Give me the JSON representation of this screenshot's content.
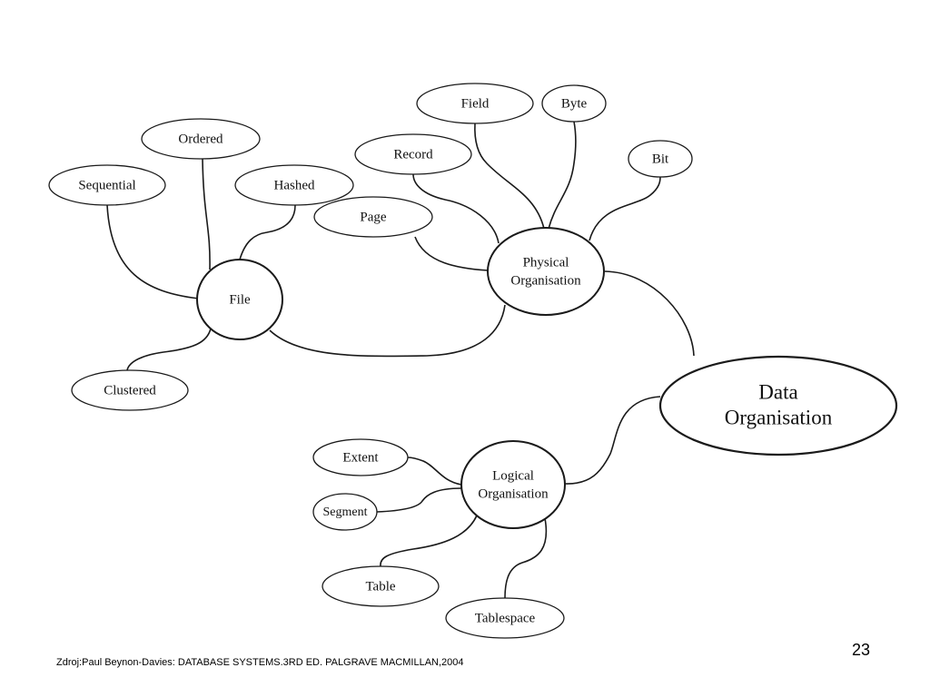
{
  "diagram": {
    "nodes": [
      {
        "id": "data-organisation",
        "lines": [
          "Data",
          "Organisation"
        ]
      },
      {
        "id": "physical-organisation",
        "lines": [
          "Physical",
          "Organisation"
        ]
      },
      {
        "id": "logical-organisation",
        "lines": [
          "Logical",
          "Organisation"
        ]
      },
      {
        "id": "file",
        "lines": [
          "File"
        ]
      },
      {
        "id": "sequential",
        "lines": [
          "Sequential"
        ]
      },
      {
        "id": "ordered",
        "lines": [
          "Ordered"
        ]
      },
      {
        "id": "hashed",
        "lines": [
          "Hashed"
        ]
      },
      {
        "id": "clustered",
        "lines": [
          "Clustered"
        ]
      },
      {
        "id": "page",
        "lines": [
          "Page"
        ]
      },
      {
        "id": "record",
        "lines": [
          "Record"
        ]
      },
      {
        "id": "field",
        "lines": [
          "Field"
        ]
      },
      {
        "id": "byte",
        "lines": [
          "Byte"
        ]
      },
      {
        "id": "bit",
        "lines": [
          "Bit"
        ]
      },
      {
        "id": "extent",
        "lines": [
          "Extent"
        ]
      },
      {
        "id": "segment",
        "lines": [
          "Segment"
        ]
      },
      {
        "id": "table",
        "lines": [
          "Table"
        ]
      },
      {
        "id": "tablespace",
        "lines": [
          "Tablespace"
        ]
      }
    ],
    "edges": [
      {
        "from": "data-organisation",
        "to": "physical-organisation"
      },
      {
        "from": "data-organisation",
        "to": "logical-organisation"
      },
      {
        "from": "file",
        "to": "sequential"
      },
      {
        "from": "file",
        "to": "ordered"
      },
      {
        "from": "file",
        "to": "hashed"
      },
      {
        "from": "file",
        "to": "clustered"
      },
      {
        "from": "file",
        "to": "physical-organisation"
      },
      {
        "from": "physical-organisation",
        "to": "page"
      },
      {
        "from": "physical-organisation",
        "to": "record"
      },
      {
        "from": "physical-organisation",
        "to": "field"
      },
      {
        "from": "physical-organisation",
        "to": "byte"
      },
      {
        "from": "physical-organisation",
        "to": "bit"
      },
      {
        "from": "logical-organisation",
        "to": "extent"
      },
      {
        "from": "logical-organisation",
        "to": "segment"
      },
      {
        "from": "logical-organisation",
        "to": "table"
      },
      {
        "from": "logical-organisation",
        "to": "tablespace"
      }
    ]
  },
  "footer": {
    "source": "Zdroj:Paul Beynon-Davies: DATABASE SYSTEMS.3RD ED. PALGRAVE MACMILLAN,2004",
    "page_number": "23"
  }
}
